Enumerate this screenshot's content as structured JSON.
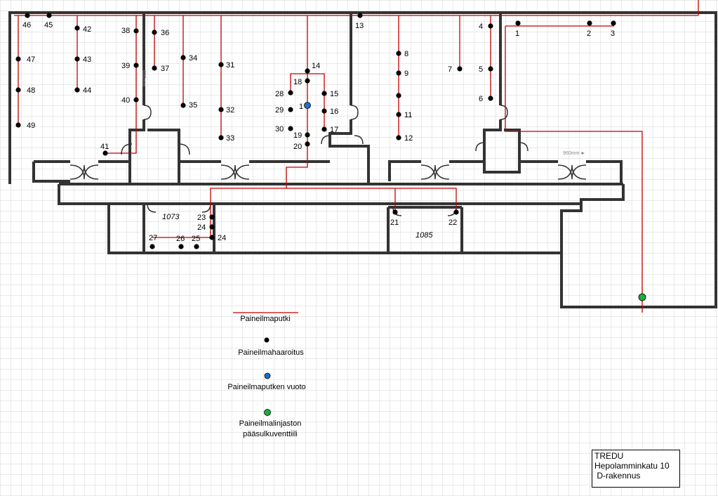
{
  "rooms": [
    "1073",
    "1085"
  ],
  "outlets": [
    {
      "id": "1",
      "label": "1"
    },
    {
      "id": "2",
      "label": "2"
    },
    {
      "id": "3",
      "label": "3"
    },
    {
      "id": "4",
      "label": "4"
    },
    {
      "id": "5",
      "label": "5"
    },
    {
      "id": "6",
      "label": "6"
    },
    {
      "id": "7",
      "label": "7"
    },
    {
      "id": "8",
      "label": "8"
    },
    {
      "id": "9",
      "label": "9"
    },
    {
      "id": "10",
      "label": ""
    },
    {
      "id": "11",
      "label": "11"
    },
    {
      "id": "12",
      "label": "12"
    },
    {
      "id": "13",
      "label": "13"
    },
    {
      "id": "14",
      "label": "14"
    },
    {
      "id": "15",
      "label": "15"
    },
    {
      "id": "16",
      "label": "16"
    },
    {
      "id": "17",
      "label": "17"
    },
    {
      "id": "18",
      "label": "18"
    },
    {
      "id": "19",
      "label": "19"
    },
    {
      "id": "20",
      "label": "20"
    },
    {
      "id": "21",
      "label": "21"
    },
    {
      "id": "22",
      "label": "22"
    },
    {
      "id": "23",
      "label": "23"
    },
    {
      "id": "24a",
      "label": "24"
    },
    {
      "id": "24b",
      "label": "24"
    },
    {
      "id": "25",
      "label": "25"
    },
    {
      "id": "26",
      "label": "26"
    },
    {
      "id": "27",
      "label": "27"
    },
    {
      "id": "28",
      "label": "28"
    },
    {
      "id": "29",
      "label": "29"
    },
    {
      "id": "30",
      "label": "30"
    },
    {
      "id": "31",
      "label": "31"
    },
    {
      "id": "32",
      "label": "32"
    },
    {
      "id": "33",
      "label": "33"
    },
    {
      "id": "34",
      "label": "34"
    },
    {
      "id": "35",
      "label": "35"
    },
    {
      "id": "36",
      "label": "36"
    },
    {
      "id": "37",
      "label": "37"
    },
    {
      "id": "38",
      "label": "38"
    },
    {
      "id": "39",
      "label": "39"
    },
    {
      "id": "40",
      "label": "40"
    },
    {
      "id": "41",
      "label": "41"
    },
    {
      "id": "42",
      "label": "42"
    },
    {
      "id": "43",
      "label": "43"
    },
    {
      "id": "44",
      "label": "44"
    },
    {
      "id": "45",
      "label": "45"
    },
    {
      "id": "46",
      "label": "46"
    },
    {
      "id": "47",
      "label": "47"
    },
    {
      "id": "48",
      "label": "48"
    },
    {
      "id": "49",
      "label": "49"
    }
  ],
  "leak_marker": {
    "label": "1"
  },
  "annotations": {
    "dim_960": "960mm ►",
    "vertical_dim": "630mm"
  },
  "legend": {
    "pipe": "Paineilmaputki",
    "outlet": "Paineilmahaaroitus",
    "leak": "Paineilmaputken vuoto",
    "valve_line1": "Paineilmalinjaston",
    "valve_line2": "pääsulkuventtiili"
  },
  "title_block": {
    "line1": "TREDU",
    "line2": "Hepolamminkatu 10",
    "line3": " D-rakennus"
  },
  "colors": {
    "pipe": "#c00000",
    "outlet": "#000000",
    "leak": "#1f6fc5",
    "valve": "#1faa3c",
    "grid": "#d4d4d4",
    "wall": "#404040"
  }
}
